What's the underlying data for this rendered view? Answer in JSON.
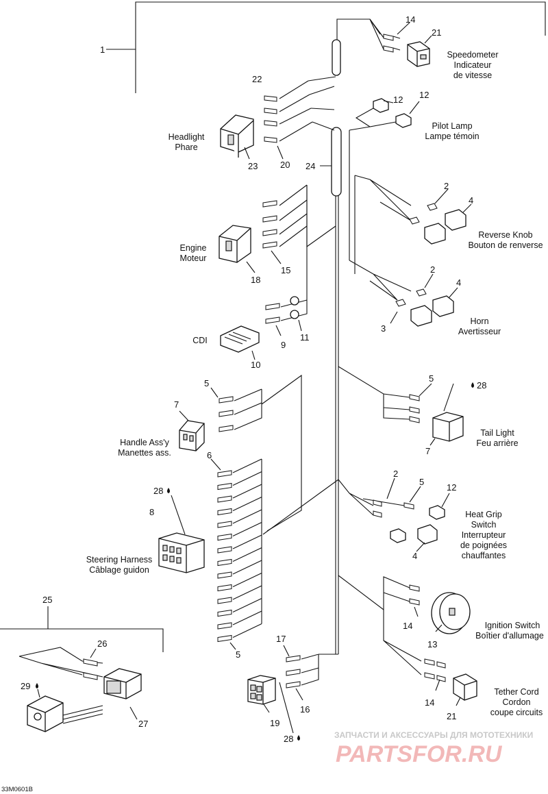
{
  "labels": {
    "speedometer": [
      "Speedometer",
      "Indicateur",
      "de vitesse"
    ],
    "pilot_lamp": [
      "Pilot Lamp",
      "Lampe témoin"
    ],
    "headlight": [
      "Headlight",
      "Phare"
    ],
    "reverse_knob": [
      "Reverse Knob",
      "Bouton de renverse"
    ],
    "engine": [
      "Engine",
      "Moteur"
    ],
    "horn": [
      "Horn",
      "Avertisseur"
    ],
    "cdi": [
      "CDI"
    ],
    "tail_light": [
      "Tail Light",
      "Feu arrière"
    ],
    "handle_assy": [
      "Handle Ass'y",
      "Manettes ass."
    ],
    "heat_grip": [
      "Heat Grip",
      "Switch",
      "Interrupteur",
      "de poignées",
      "chauffantes"
    ],
    "steering_harness": [
      "Steering Harness",
      "Câblage guidon"
    ],
    "ignition_switch": [
      "Ignition Switch",
      "Boîtier d'allumage"
    ],
    "tether_cord": [
      "Tether Cord",
      "Cordon",
      "coupe circuits"
    ]
  },
  "callouts": {
    "c1": "1",
    "c2a": "2",
    "c2b": "2",
    "c2c": "2",
    "c3": "3",
    "c4a": "4",
    "c4b": "4",
    "c4c": "4",
    "c5a": "5",
    "c5b": "5",
    "c5c": "5",
    "c5d": "5",
    "c6": "6",
    "c7a": "7",
    "c7b": "7",
    "c8": "8",
    "c9": "9",
    "c10": "10",
    "c11": "11",
    "c12a": "12",
    "c12b": "12",
    "c12c": "12",
    "c13": "13",
    "c14a": "14",
    "c14b": "14",
    "c14c": "14",
    "c15": "15",
    "c16": "16",
    "c17": "17",
    "c18": "18",
    "c19": "19",
    "c20": "20",
    "c21a": "21",
    "c21b": "21",
    "c22": "22",
    "c23": "23",
    "c24": "24",
    "c25": "25",
    "c26": "26",
    "c27": "27",
    "c28a": "28",
    "c28b": "28",
    "c28c": "28",
    "c29": "29"
  },
  "watermark": {
    "top": "ЗАПЧАСТИ И АКСЕССУАРЫ ДЛЯ МОТОТЕХНИКИ",
    "brand": "PARTSFOR.RU"
  },
  "figure_code": "33M0601B"
}
